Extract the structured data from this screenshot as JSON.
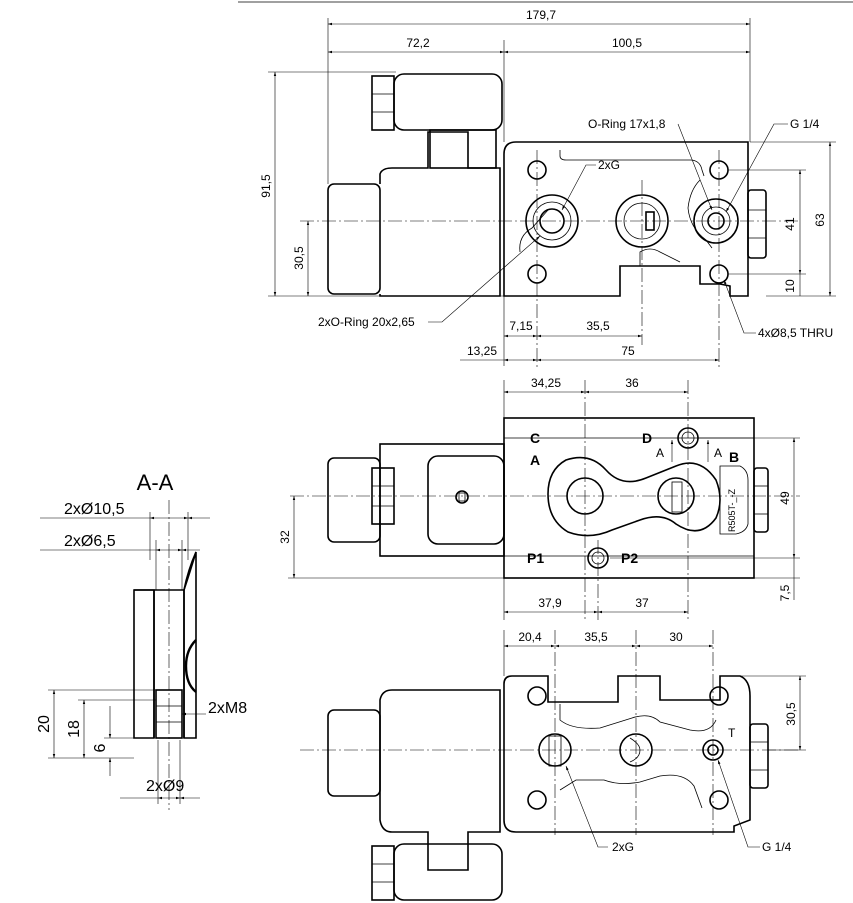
{
  "top_view": {
    "dims": {
      "overall_width": "179,7",
      "left_width": "72,2",
      "right_width": "100,5",
      "height_total": "91,5",
      "height_axis": "30,5",
      "height_body": "63",
      "height_41": "41",
      "height_10": "10",
      "x_7_15": "7,15",
      "x_35_5": "35,5",
      "x_13_25": "13,25",
      "x_75": "75"
    },
    "callouts": {
      "oring_17": "O-Ring 17x1,8",
      "g14": "G 1/4",
      "two_g": "2xG",
      "oring_20": "2xO-Ring 20x2,65",
      "holes": "4xØ8,5 THRU"
    }
  },
  "middle_view": {
    "dims": {
      "x_34_25": "34,25",
      "x_36": "36",
      "x_37_9": "37,9",
      "x_37": "37",
      "h_49": "49",
      "h_32": "32",
      "h_7_5": "7,5"
    },
    "ports": {
      "c": "C",
      "a": "A",
      "d": "D",
      "a_arrow": "A",
      "a_small": "A",
      "b": "B",
      "p1": "P1",
      "p2": "P2"
    },
    "stamp": "R505T-_-Z"
  },
  "bottom_view": {
    "dims": {
      "x_20_4": "20,4",
      "x_35_5": "35,5",
      "x_30": "30",
      "h_30_5": "30,5"
    },
    "ports": {
      "t": "T"
    },
    "callouts": {
      "two_g": "2xG",
      "g14": "G 1/4"
    }
  },
  "section": {
    "title": "A-A",
    "d10": "2xØ10,5",
    "d6": "2xØ6,5",
    "m8": "2xM8",
    "d9": "2xØ9",
    "h20": "20",
    "h18": "18",
    "h6": "6"
  }
}
